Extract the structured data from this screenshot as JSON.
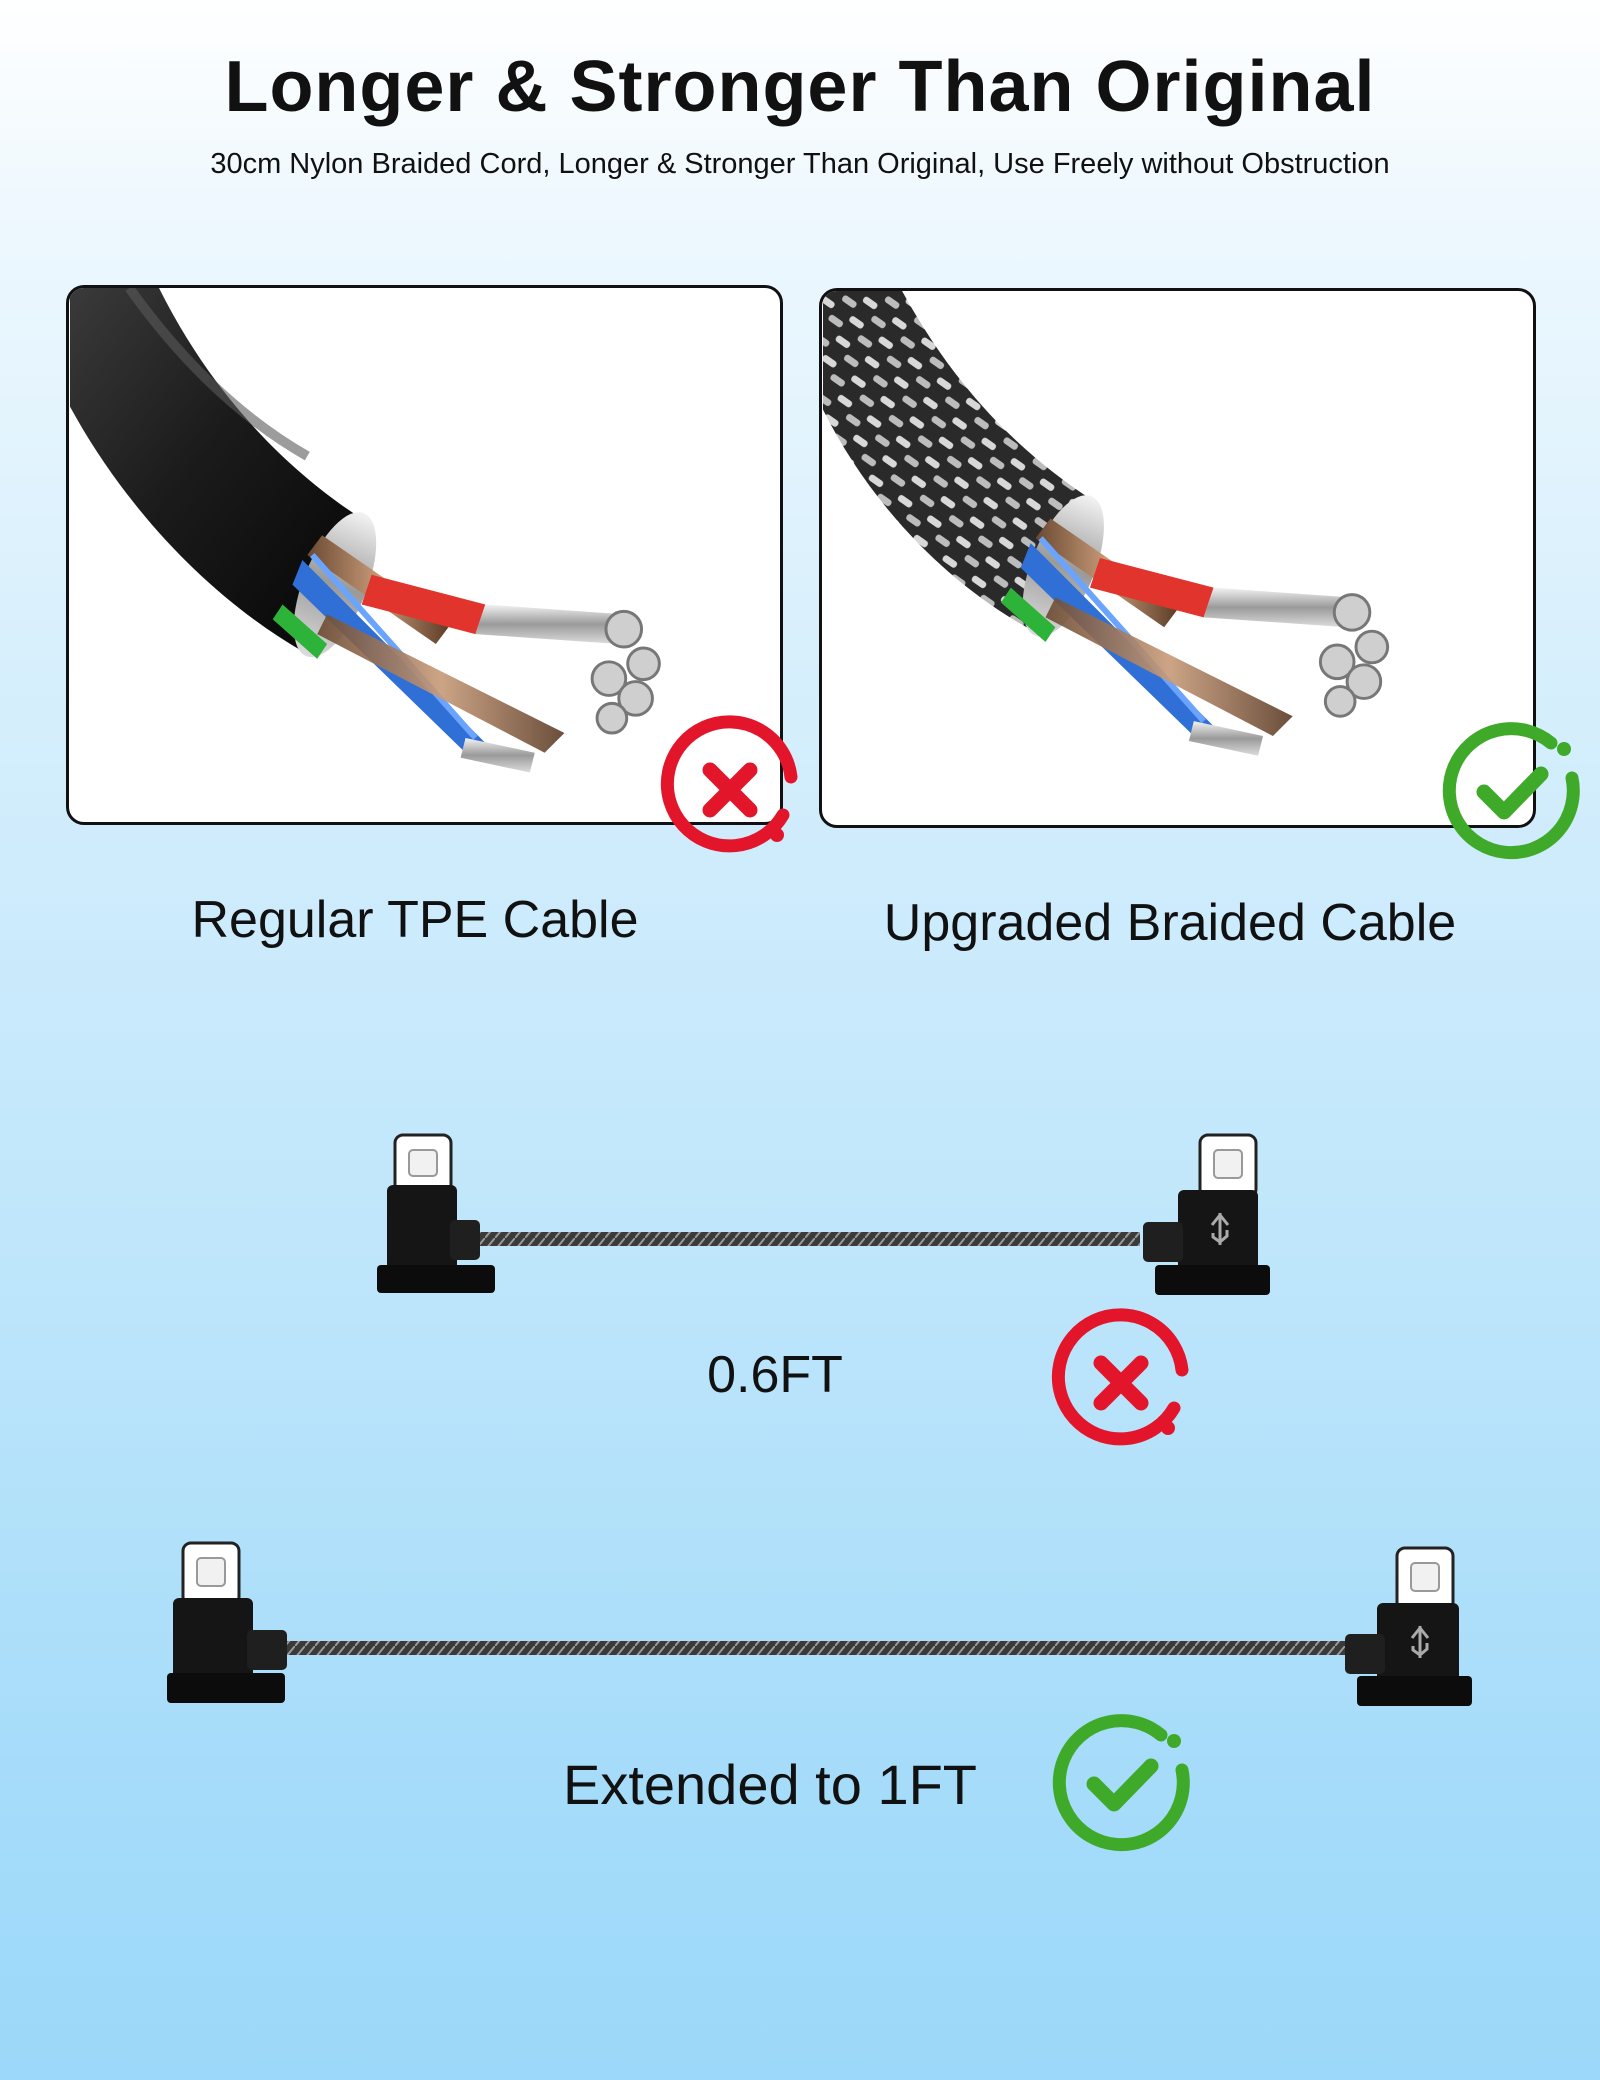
{
  "header": {
    "title": "Longer & Stronger Than Original",
    "subtitle": "30cm Nylon Braided Cord, Longer & Stronger Than Original, Use Freely without Obstruction"
  },
  "comparison": {
    "left": {
      "label": "Regular TPE Cable",
      "verdict": "cross-icon"
    },
    "right": {
      "label": "Upgraded Braided Cable",
      "verdict": "check-icon"
    }
  },
  "lengths": {
    "short": {
      "label": "0.6FT",
      "verdict": "cross-icon"
    },
    "long": {
      "label": "Extended to 1FT",
      "verdict": "check-icon"
    }
  },
  "colors": {
    "cross": "#e3152b",
    "check": "#3faa2a",
    "background_top": "#ffffff",
    "background_bottom": "#9cd8f9"
  }
}
